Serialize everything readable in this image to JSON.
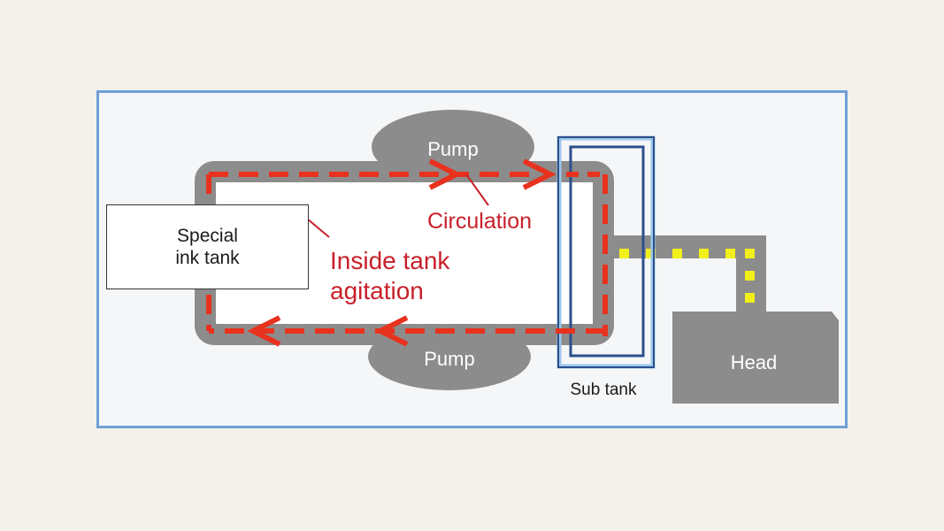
{
  "labels": {
    "pump_top": "Pump",
    "pump_bottom": "Pump",
    "circulation": "Circulation",
    "inside_tank_agitation": "Inside tank\nagitation",
    "special_ink_tank": "Special\nink tank",
    "sub_tank": "Sub tank",
    "head": "Head"
  },
  "colors": {
    "background": "#f2f1ec",
    "frame_border": "#6f9fd6",
    "pipe_gray": "#8c8c8c",
    "flow_red": "#e8321e",
    "label_red": "#c8202a",
    "ink_yellow": "#f2ef1a",
    "sub_tank_outer": "#9cc6ea",
    "sub_tank_inner": "#2c4f8c"
  }
}
